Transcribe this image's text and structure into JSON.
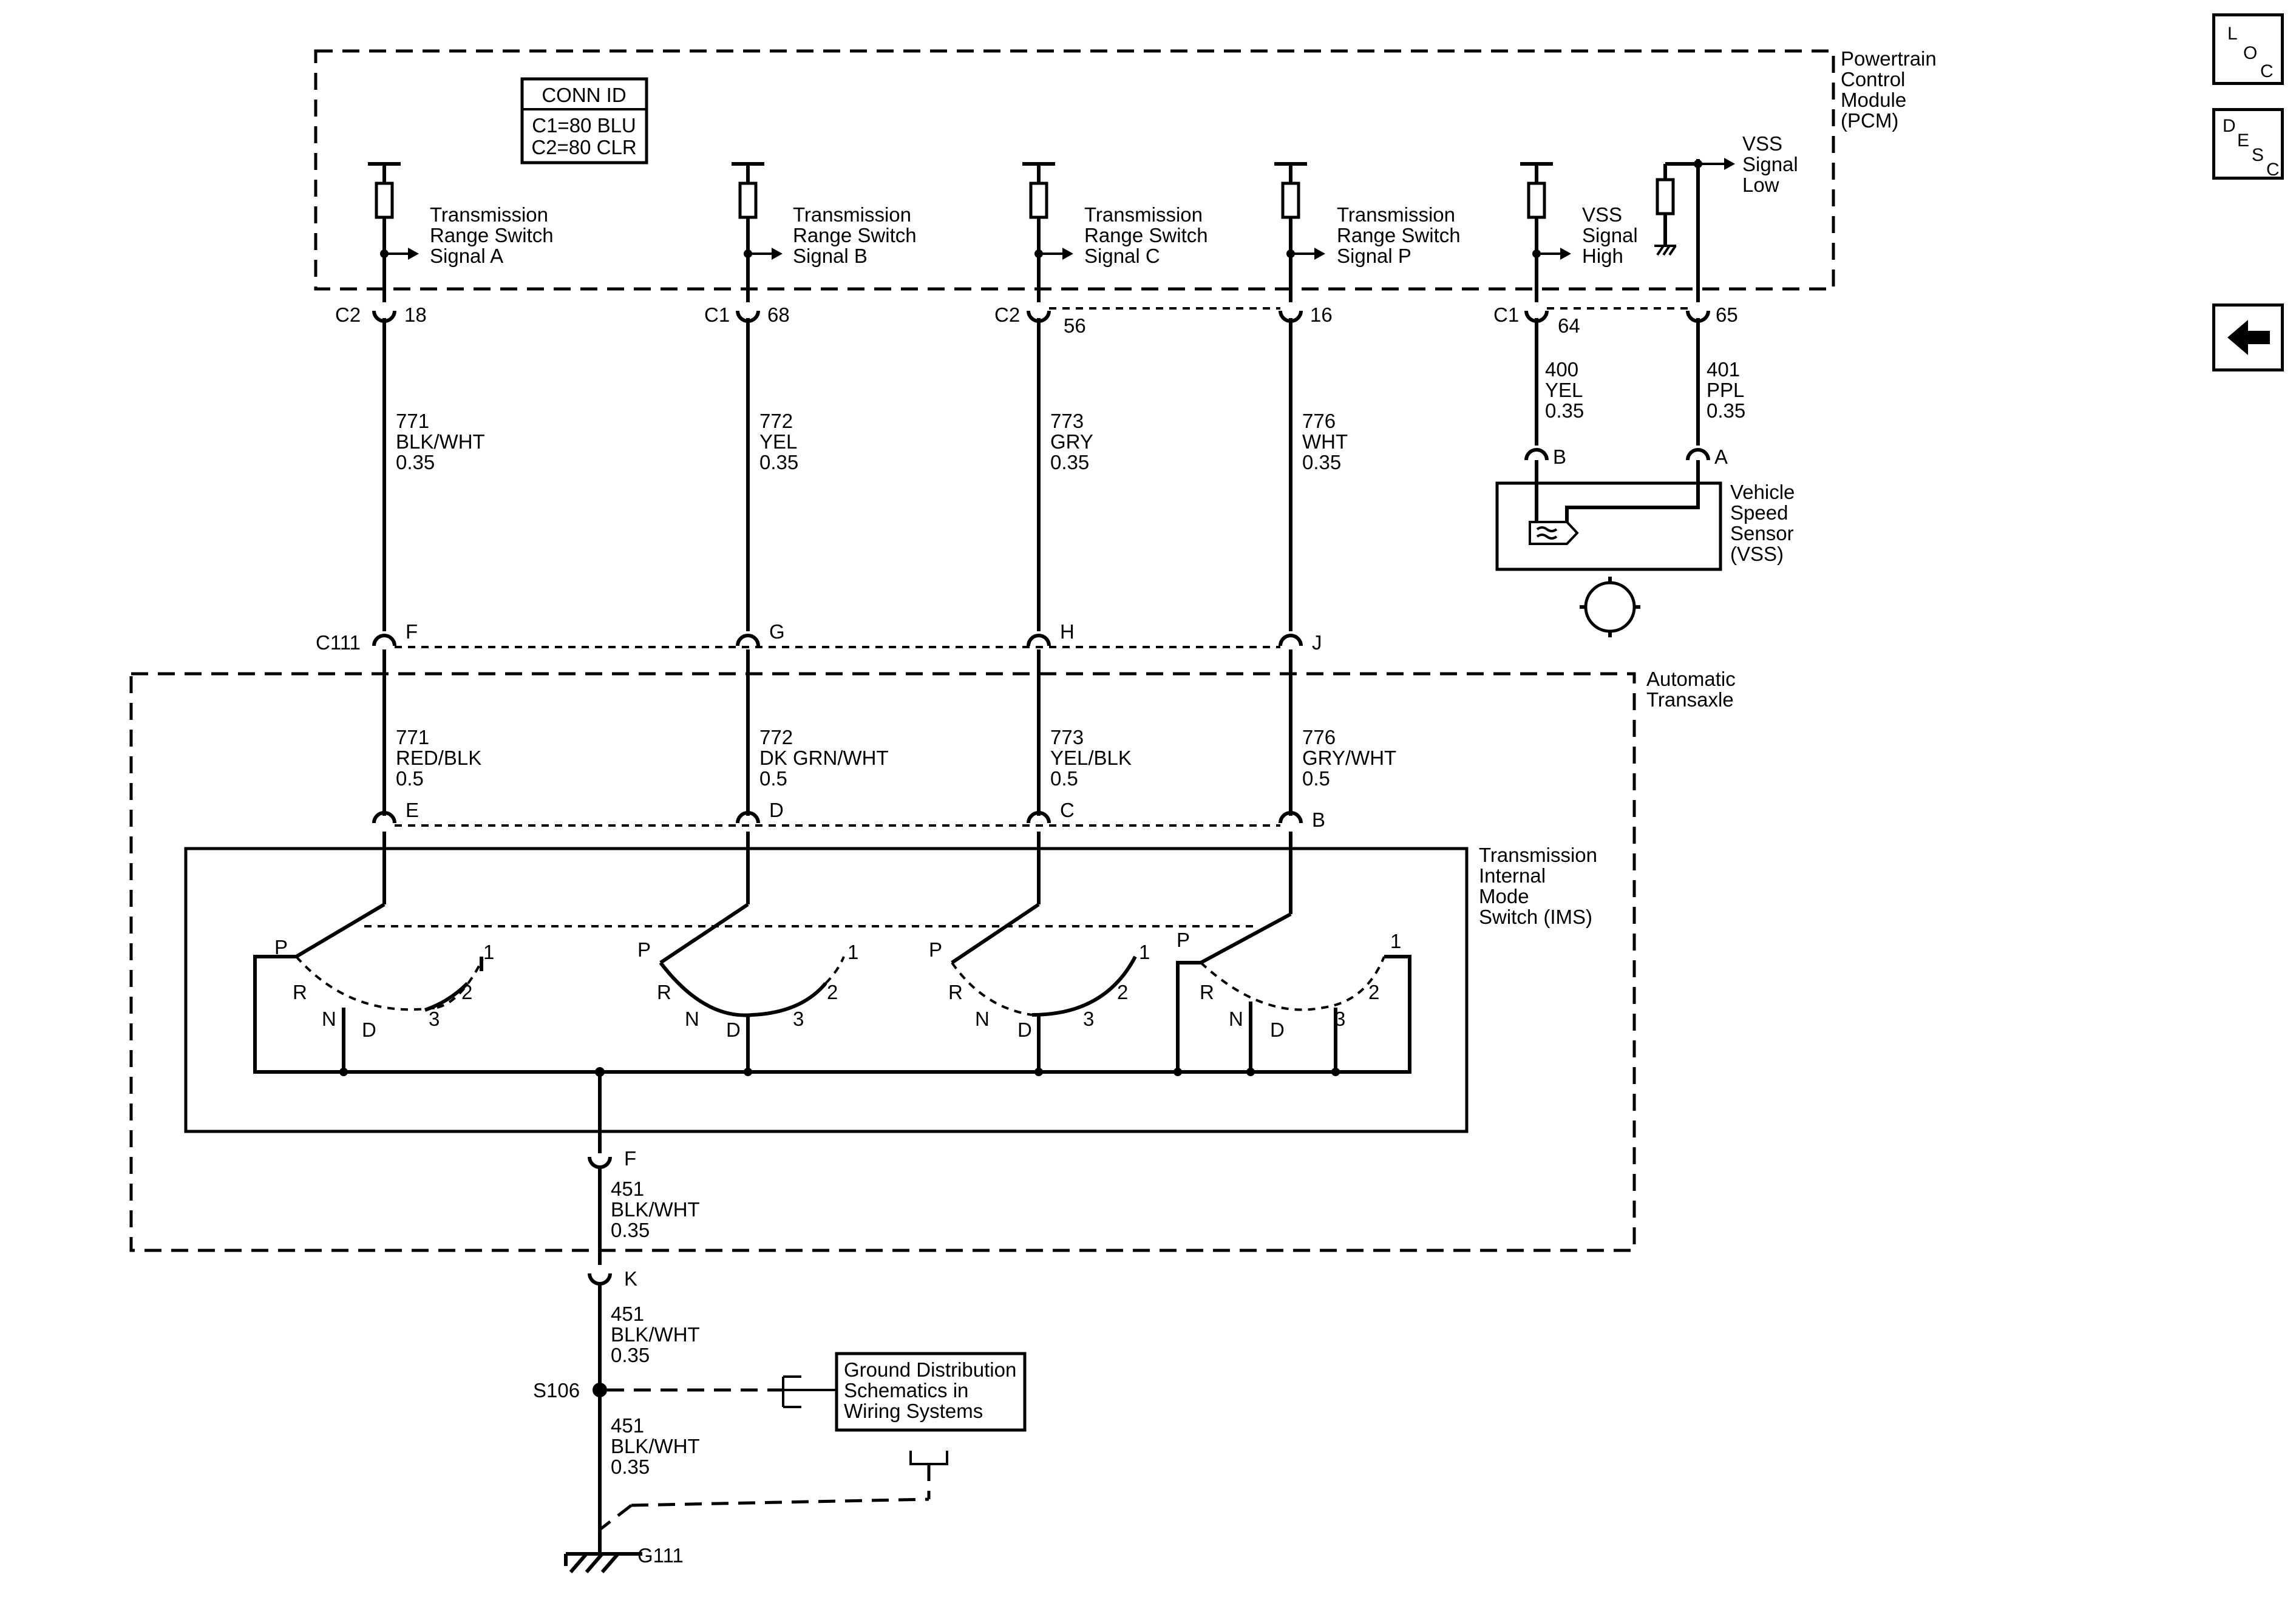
{
  "modules": {
    "pcm": [
      "Powertrain",
      "Control",
      "Module",
      "(PCM)"
    ],
    "transaxle": [
      "Automatic",
      "Transaxle"
    ],
    "ims": [
      "Transmission",
      "Internal",
      "Mode",
      "Switch (IMS)"
    ],
    "vss": [
      "Vehicle",
      "Speed",
      "Sensor",
      "(VSS)"
    ]
  },
  "conn_id": {
    "title": "CONN ID",
    "lines": [
      "C1=80 BLU",
      "C2=80 CLR"
    ]
  },
  "signals": [
    [
      "Transmission",
      "Range Switch",
      "Signal A"
    ],
    [
      "Transmission",
      "Range Switch",
      "Signal B"
    ],
    [
      "Transmission",
      "Range Switch",
      "Signal C"
    ],
    [
      "Transmission",
      "Range Switch",
      "Signal P"
    ],
    [
      "VSS",
      "Signal",
      "High"
    ],
    [
      "VSS",
      "Signal",
      "Low"
    ]
  ],
  "pcm_pins": [
    {
      "conn": "C2",
      "pin": "18"
    },
    {
      "conn": "C1",
      "pin": "68"
    },
    {
      "conn": "C2",
      "pin": "56"
    },
    {
      "conn": "",
      "pin": "16"
    },
    {
      "conn": "C1",
      "pin": "64"
    },
    {
      "conn": "",
      "pin": "65"
    }
  ],
  "upper_wires": [
    [
      "771",
      "BLK/WHT",
      "0.35"
    ],
    [
      "772",
      "YEL",
      "0.35"
    ],
    [
      "773",
      "GRY",
      "0.35"
    ],
    [
      "776",
      "WHT",
      "0.35"
    ]
  ],
  "vss_wires": [
    [
      "400",
      "YEL",
      "0.35"
    ],
    [
      "401",
      "PPL",
      "0.35"
    ]
  ],
  "vss_pins": [
    "B",
    "A"
  ],
  "c111": {
    "name": "C111",
    "pins": [
      "F",
      "G",
      "H",
      "J"
    ]
  },
  "lower_wires": [
    [
      "771",
      "RED/BLK",
      "0.5"
    ],
    [
      "772",
      "DK GRN/WHT",
      "0.5"
    ],
    [
      "773",
      "YEL/BLK",
      "0.5"
    ],
    [
      "776",
      "GRY/WHT",
      "0.5"
    ]
  ],
  "ims_pins": [
    "E",
    "D",
    "C",
    "B"
  ],
  "switch_positions": [
    "P",
    "R",
    "N",
    "D",
    "3",
    "2",
    "1"
  ],
  "ground": {
    "pin_f": "F",
    "pin_k": "K",
    "wire": [
      "451",
      "BLK/WHT",
      "0.35"
    ],
    "splice": "S106",
    "ground_id": "G111",
    "ref": [
      "Ground Distribution",
      "Schematics in",
      "Wiring Systems"
    ]
  },
  "nav": {
    "loc": [
      "L",
      "O",
      "C"
    ],
    "desc": [
      "D",
      "E",
      "S",
      "C"
    ]
  }
}
